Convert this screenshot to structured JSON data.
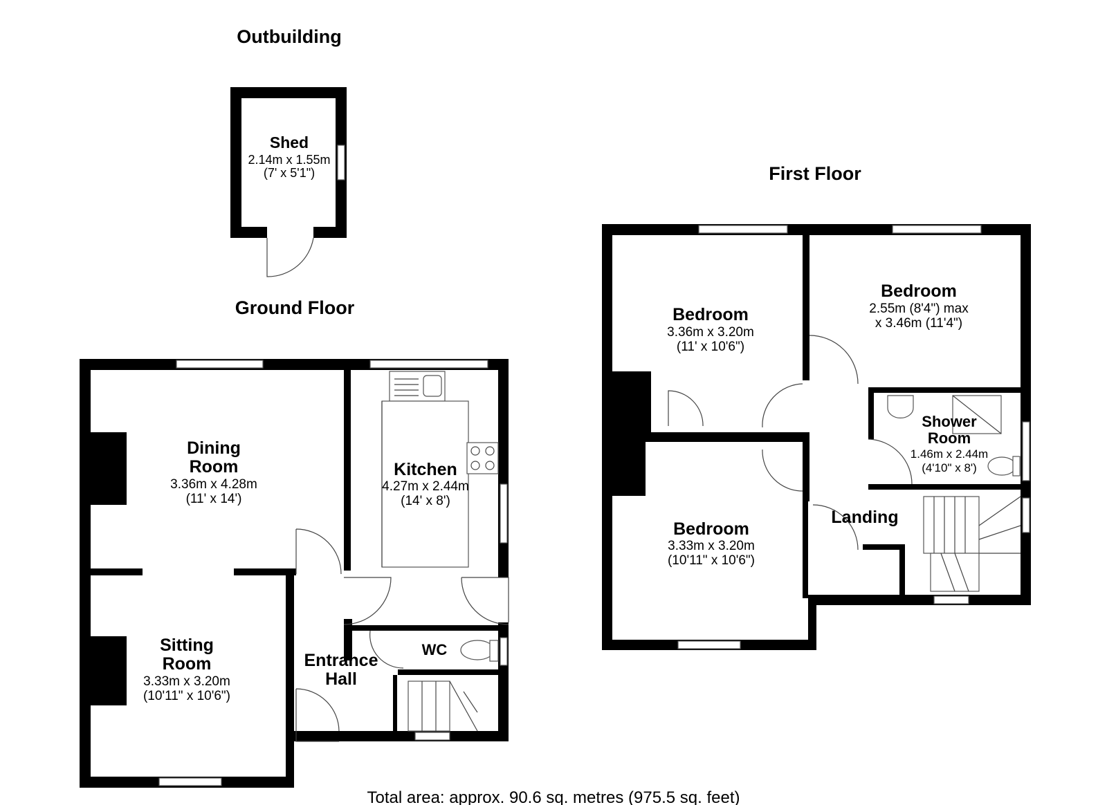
{
  "floors": {
    "outbuilding": "Outbuilding",
    "ground": "Ground Floor",
    "first": "First Floor"
  },
  "rooms": {
    "shed": {
      "name": "Shed",
      "metric": "2.14m x 1.55m",
      "imperial": "(7' x 5'1\")"
    },
    "dining": {
      "name1": "Dining",
      "name2": "Room",
      "metric": "3.36m x 4.28m",
      "imperial": "(11' x 14')"
    },
    "kitchen": {
      "name": "Kitchen",
      "metric": "4.27m x 2.44m",
      "imperial": "(14' x 8')"
    },
    "sitting": {
      "name1": "Sitting",
      "name2": "Room",
      "metric": "3.33m x 3.20m",
      "imperial": "(10'11\" x 10'6\")"
    },
    "entrance": {
      "name1": "Entrance",
      "name2": "Hall"
    },
    "wc": {
      "name": "WC"
    },
    "bed1": {
      "name": "Bedroom",
      "metric": "3.36m x 3.20m",
      "imperial": "(11' x 10'6\")"
    },
    "bed2": {
      "name": "Bedroom",
      "line1": "2.55m (8'4\") max",
      "line2": "x 3.46m (11'4\")"
    },
    "bed3": {
      "name": "Bedroom",
      "metric": "3.33m x 3.20m",
      "imperial": "(10'11\" x 10'6\")"
    },
    "shower": {
      "name1": "Shower",
      "name2": "Room",
      "metric": "1.46m x 2.44m",
      "imperial": "(4'10\" x 8')"
    },
    "landing": {
      "name": "Landing"
    }
  },
  "total_area": "Total area: approx. 90.6 sq. metres (975.5 sq. feet)"
}
